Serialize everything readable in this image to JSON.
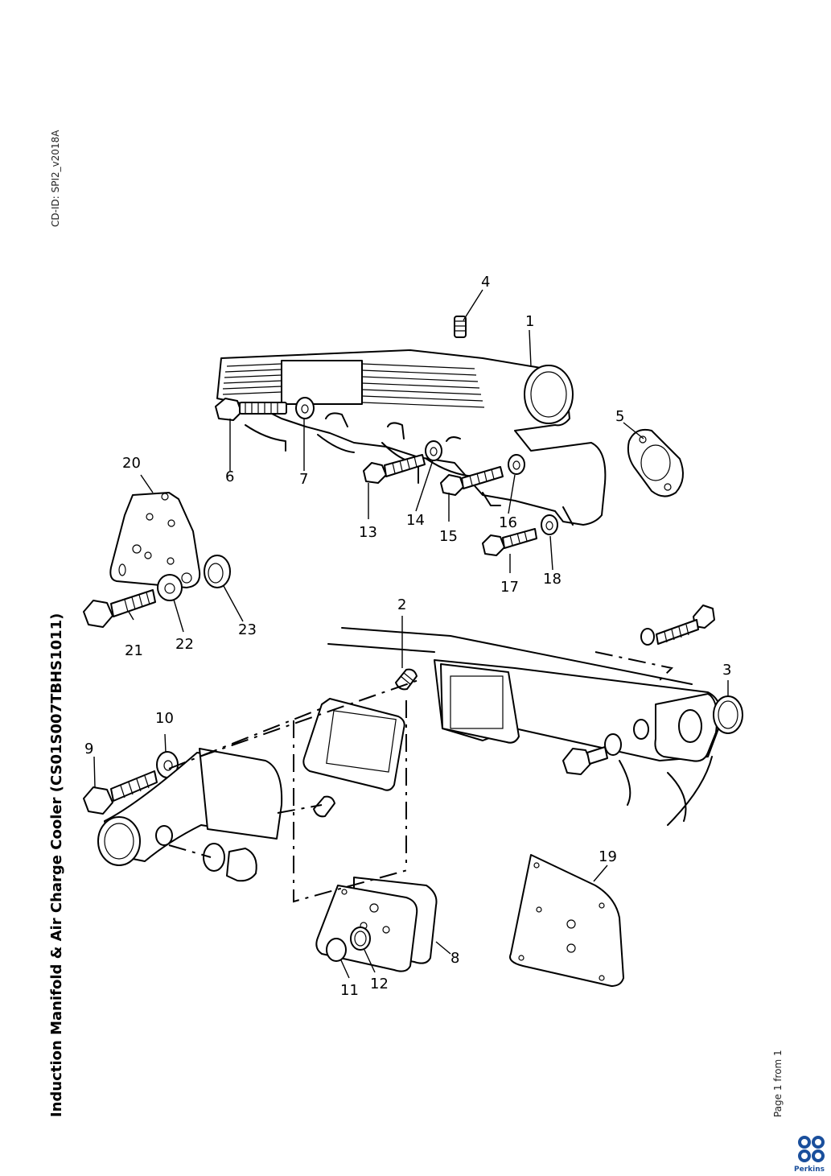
{
  "cd_id": "CD-ID: SPI2_v2018A",
  "title": "Induction Manifold & Air Charge Cooler (CS01S007TBHS1011)",
  "page_info": "Page 1 from 1",
  "brand": {
    "name": "Perkins",
    "color": "#1a4f9c",
    "logo_icon": "perkins-logo-icon"
  },
  "callouts": [
    "1",
    "2",
    "3",
    "4",
    "5",
    "6",
    "7",
    "8",
    "9",
    "10",
    "11",
    "12",
    "13",
    "14",
    "15",
    "16",
    "17",
    "18",
    "19",
    "20",
    "21",
    "22",
    "23"
  ]
}
